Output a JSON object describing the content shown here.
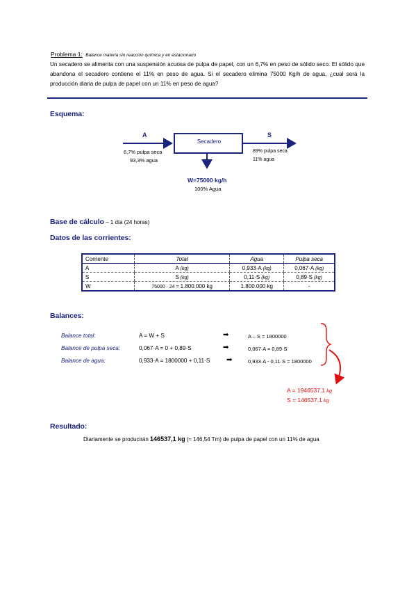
{
  "problem": {
    "label": "Problema 1:",
    "subtitle": "Balance materia sin reacción química y en estacionario",
    "text": "Un secadero se alimenta con una suspensión acuosa de pulpa de papel, con un 6,7% en peso de sólido seco. El sólido que abandona el secadero contiene el 11% en peso de agua. Si el secadero elimina 75000 Kg/h de agua, ¿cual será la producción diaria de pulpa de papel con un 11% en peso de agua?"
  },
  "schema": {
    "heading": "Esquema:",
    "box_label": "Secadero",
    "stream_a": {
      "name": "A",
      "line1": "6,7%  pulpa seca",
      "line2": "93,3% agua"
    },
    "stream_s": {
      "name": "S",
      "line1": "89% pulpa seca",
      "line2": "11% agua"
    },
    "stream_w": {
      "line1": "W=75000 kg/h",
      "line2": "100% Agua"
    }
  },
  "base": {
    "label": "Base de cálculo",
    "value": " – 1 día (24 horas)"
  },
  "streams": {
    "heading": "Datos de las corrientes:",
    "headers": [
      "Corriente",
      "Total",
      "Agua",
      "Pulpa seca"
    ],
    "rows": [
      {
        "name": "A",
        "total": "A",
        "total_unit": " (kg)",
        "agua": "0,933·A",
        "agua_unit": " (kg)",
        "pulpa": "0,067·A",
        "pulpa_unit": " (kg)"
      },
      {
        "name": "S",
        "total": "S",
        "total_unit": " (kg)",
        "agua": "0,11·S",
        "agua_unit": " (kg)",
        "pulpa": "0,89·S",
        "pulpa_unit": " (kg)"
      },
      {
        "name": "W",
        "total_pre": "75000 · 24 = ",
        "total": "1.800.000 kg",
        "agua": "1.800.000 kg",
        "pulpa": "-"
      }
    ]
  },
  "balances": {
    "heading": "Balances:",
    "items": [
      {
        "label": "Balance total:",
        "eq": "A = W + S",
        "result": "A – S = 1800000"
      },
      {
        "label": "Balance de pulpa seca:",
        "eq": "0,067·A = 0 + 0,89·S",
        "result": "0,067·A = 0,89·S"
      },
      {
        "label": "Balance de agua:",
        "eq": "0,933·A = 1800000 + 0,11·S",
        "result": "0,933·A - 0,11·S = 1800000"
      }
    ],
    "solution_a": "A = 1946537,1",
    "solution_s": "S = 146537,1",
    "unit": " kg"
  },
  "result": {
    "heading": "Resultado:",
    "pre": "Diariamente  se producirán ",
    "value": "146537,1 kg",
    "approx": " (≈ 146,54 Tm)",
    "post": " de pulpa de papel con un 11% de agua"
  },
  "colors": {
    "accent": "#1a237e",
    "solution": "#e01010"
  },
  "icons": {
    "implies": "right-arrow-icon"
  }
}
